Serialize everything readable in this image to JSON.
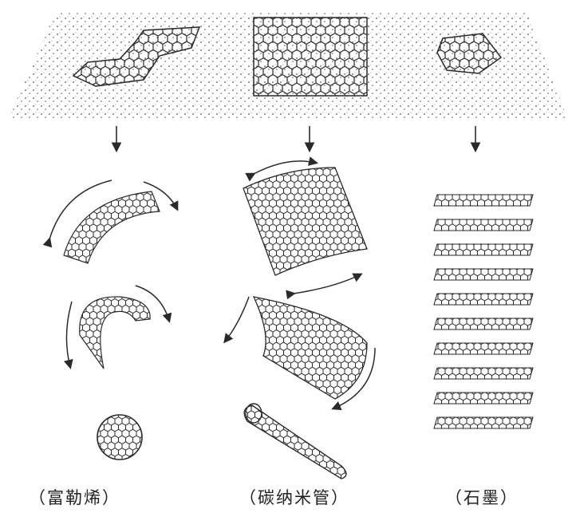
{
  "captions": {
    "fullerene": "（富勒烯）",
    "nanotube": "（碳纳米管）",
    "graphite": "（石墨）"
  },
  "colors": {
    "ink": "#2a2a2a",
    "stipple": "#555555",
    "background": "#ffffff"
  }
}
